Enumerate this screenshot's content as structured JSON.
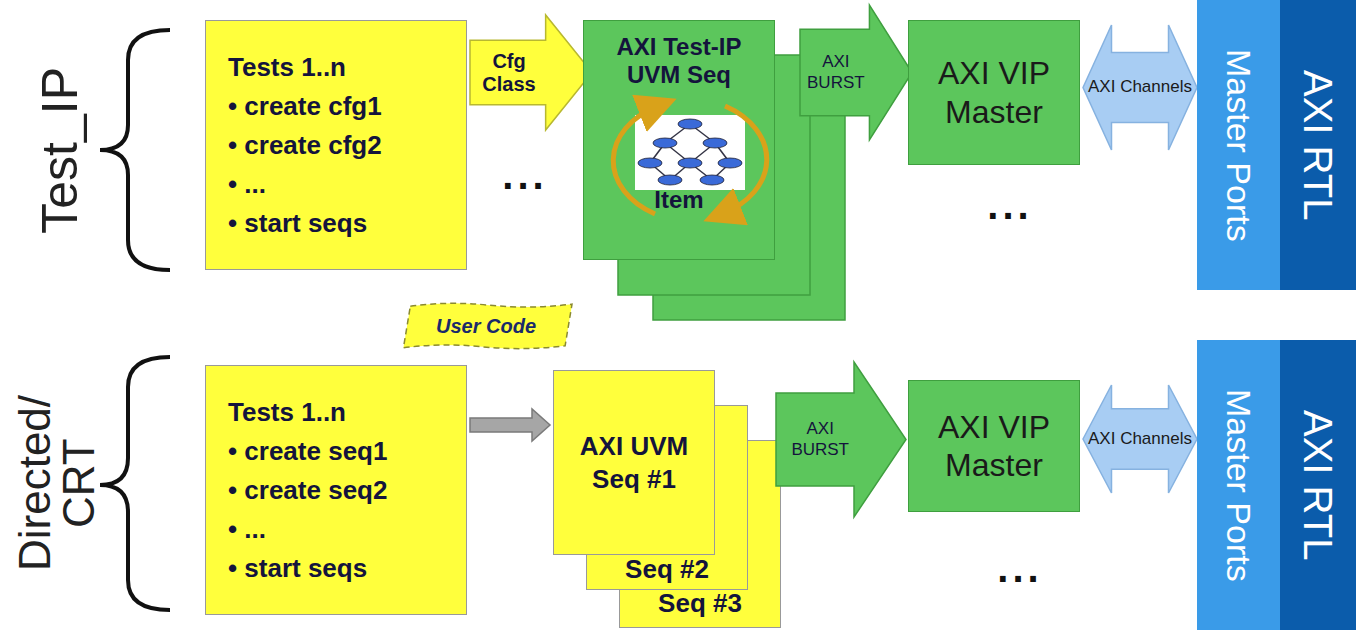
{
  "diagram": {
    "nodes": [
      {
        "text": [
          "Tests 1..n",
          "• create cfg1",
          "• create cfg2",
          "• ...",
          "• start seqs"
        ]
      },
      {
        "text": [
          "Cfg Class"
        ]
      },
      {
        "text": [
          "AXI Test-IP UVM Seq",
          "Item"
        ]
      },
      {
        "text": [
          "AXI BURST"
        ]
      },
      {
        "text": [
          "AXI VIP Master"
        ]
      },
      {
        "text": [
          "AXI Channels"
        ]
      },
      {
        "text": [
          "Master Ports"
        ]
      },
      {
        "text": [
          "AXI RTL"
        ]
      },
      {
        "text": [
          "User Code"
        ]
      },
      {
        "text": [
          "Tests 1..n",
          "• create seq1",
          "• create seq2",
          "• ...",
          "• start seqs"
        ]
      },
      {
        "text": [
          "AXI UVM Seq #1"
        ]
      },
      {
        "text": [
          "Seq #2"
        ]
      },
      {
        "text": [
          "Seq #3"
        ]
      },
      {
        "text": [
          "AXI BURST"
        ]
      },
      {
        "text": [
          "AXI VIP Master"
        ]
      },
      {
        "text": [
          "AXI Channels"
        ]
      },
      {
        "text": [
          "Master Ports"
        ]
      },
      {
        "text": [
          "AXI RTL"
        ]
      }
    ],
    "edges": [
      {
        "from": 9,
        "to": 10,
        "arrow": "to"
      }
    ],
    "labels": [
      "Test_IP",
      "Directed/ CRT",
      "...",
      "...",
      "..."
    ]
  }
}
